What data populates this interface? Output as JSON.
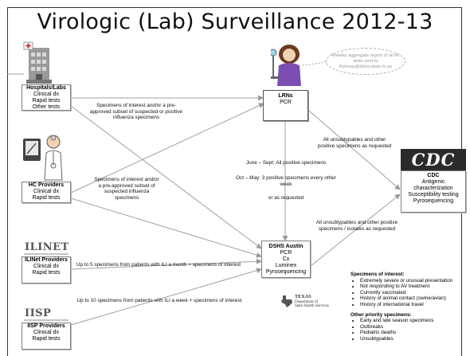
{
  "title": "Virologic (Lab) Surveillance 2012-13",
  "nodes": {
    "hospitals": {
      "heading": "Hospitals/Labs",
      "lines": [
        "Clinical dx",
        "Rapid tests",
        "Other tests"
      ]
    },
    "hc_providers": {
      "heading": "HC Providers",
      "lines": [
        "Clinical dx",
        "Rapid tests"
      ]
    },
    "ilinet": {
      "brand": "ILINET",
      "heading": "ILINet Providers",
      "lines": [
        "Clinical dx",
        "Rapid tests"
      ]
    },
    "iisp": {
      "brand": "IISP",
      "heading": "IISP Providers",
      "lines": [
        "Clinical dx",
        "Rapid tests"
      ]
    },
    "lrns": {
      "heading": "LRNs",
      "lines": [
        "PCR"
      ]
    },
    "dshs": {
      "heading": "DSHS Austin",
      "lines": [
        "PCR",
        "Cx",
        "Luminex",
        "Pyrosequencing"
      ]
    },
    "cdc": {
      "logo": "CDC",
      "heading": "CDC",
      "lines": [
        "Antigenic characterization",
        "Susceptibility testing",
        "Pyrosequencing"
      ]
    }
  },
  "weekly_report": "Weekly aggregate report of all flu tests sent to flutexas@dshs.state.tx.us",
  "edge_labels": {
    "hospitals_to_lrn": "Specimens of interest and/or a pre-approved subset of suspected or positive influenza specimens",
    "hc_to_lrn": "Specimens of interest and/or a pre-approved subset of suspected influenza specimens",
    "lrn_to_dshs_1": "June – Sept: All positive specimens",
    "lrn_to_dshs_2": "Oct – May: 3 positive specimens every other week",
    "lrn_to_dshs_3": "or as requested",
    "lrn_to_cdc": "All unsubtypables and other positive specimens as requested",
    "dshs_to_cdc": "All unsubtypables and other positive specimens / isolates as requested",
    "ilinet_to_dshs": "Up to 5 specimens from patients with ILI a month + specimens of interest",
    "iisp_to_dshs": "Up to 10 specimens from patients with ILI a week + specimens of interest"
  },
  "texas_logo": {
    "name": "TEXAS",
    "sub1": "Department of",
    "sub2": "State Health Services"
  },
  "specimens_of_interest": {
    "heading": "Specimens of interest:",
    "items": [
      "Extremely severe or unusual presentation",
      "Not responding to AV treatment",
      "Currently vaccinated",
      "History of animal contact (swine/avian)",
      "History of international travel"
    ]
  },
  "other_priority": {
    "heading": "Other priority specimens:",
    "items": [
      "Early and late season specimens",
      "Outbreaks",
      "Pediatric deaths",
      "Unsubtypables"
    ]
  }
}
